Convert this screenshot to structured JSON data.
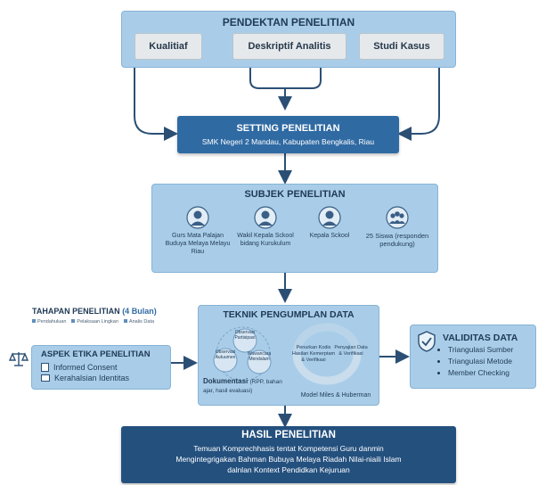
{
  "pendekatan": {
    "title": "PENDEKTAN PENELITIAN",
    "items": [
      "Kualitiaf",
      "Deskriptif Analitis",
      "Studi Kasus"
    ]
  },
  "setting": {
    "title": "SETTING PENELITIAN",
    "subtitle": "SMK Negeri 2 Mandau, Kabupaten Bengkalis, Riau"
  },
  "subjek": {
    "title": "SUBJEK PENELITIAN",
    "items": [
      {
        "icon": "teacher-icon",
        "label": "Gurs Mata Palajan Buduya Melaya Melayu Riau"
      },
      {
        "icon": "vice-principal-icon",
        "label": "Wakil Kepala Sckool bidang Kurukulum"
      },
      {
        "icon": "principal-icon",
        "label": "Kepala Sckool"
      },
      {
        "icon": "students-group-icon",
        "label": "25 Siswa (responden pendukung)"
      }
    ]
  },
  "tahapan": {
    "title": "TAHAPAN PENELITIAN",
    "duration": "(4 Bulan)",
    "steps": [
      "Pendahuluan",
      "Pelaksaan Lingkan",
      "Analis Data"
    ]
  },
  "teknik": {
    "title": "TEKNIK PENGUMPLAN DATA",
    "cycle": [
      "Observasi Partisipasi",
      "Wawancara Mendalam",
      "Observasi Autuumen"
    ],
    "dokumentasi_label": "Dokumentasi",
    "dokumentasi_detail": "(RPP, bahan ajar, hasil evaluasi)",
    "model_steps": "Penurkan Kodis Hasilan Kemerptam & Verifikasi",
    "model_step_b": "Penyajian Data & Verifikasi",
    "model_label": "Model Miles & Huberman"
  },
  "etika": {
    "title": "ASPEK ETIKA PENELITIAN",
    "items": [
      "Informed Consent",
      "Kerahalsian Identitas"
    ]
  },
  "validitas": {
    "title": "VALIDITAS DATA",
    "items": [
      "Triangulasi Sumber",
      "Triangulasi Metode",
      "Member Checking"
    ]
  },
  "hasil": {
    "title": "HASIL PENELITIAN",
    "lines": [
      "Temuan Komprechhasis tentat Kompetensi Guru danmin",
      "Mengintegrigakan Bahman Bubuya Melaya Riadah Nilai-niaili Islam",
      "dalnlan Kontext Pendidkan Kejuruan"
    ]
  },
  "colors": {
    "panel": "#a9cde8",
    "dark": "#2f6aa3",
    "darker": "#24507e",
    "arrow": "#2b4f74"
  }
}
